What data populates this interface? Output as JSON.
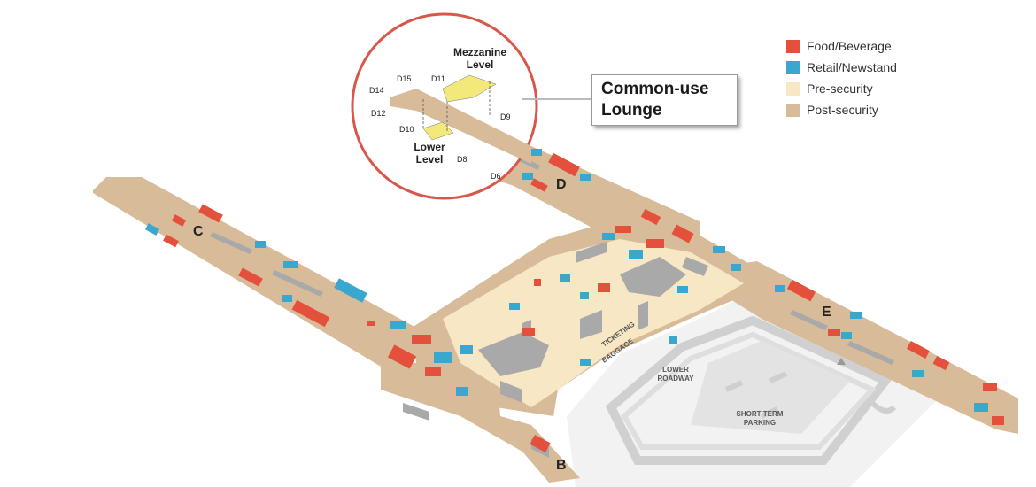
{
  "legend": {
    "items": [
      {
        "label": "Food/Beverage",
        "color": "#e4503b"
      },
      {
        "label": "Retail/Newstand",
        "color": "#3aa7cf"
      },
      {
        "label": "Pre-security",
        "color": "#f7e7c4"
      },
      {
        "label": "Post-security",
        "color": "#d8bb98"
      }
    ]
  },
  "callout": {
    "title": "Common-use Lounge"
  },
  "inset": {
    "mezzanine_label_1": "Mezzanine",
    "mezzanine_label_2": "Level",
    "lower_label_1": "Lower",
    "lower_label_2": "Level",
    "gates": [
      "D15",
      "D11",
      "D14",
      "D12",
      "D10",
      "D9",
      "D8",
      "D6"
    ],
    "highlight_color": "#f3e97a",
    "ring_color": "#d9574a"
  },
  "concourses": {
    "b": "B",
    "c": "C",
    "d": "D",
    "e": "E"
  },
  "map_labels": {
    "ticketing": "TICKETING",
    "baggage": "BAGGAGE",
    "lower_roadway_1": "LOWER",
    "lower_roadway_2": "ROADWAY",
    "short_term_1": "SHORT TERM",
    "short_term_2": "PARKING"
  }
}
